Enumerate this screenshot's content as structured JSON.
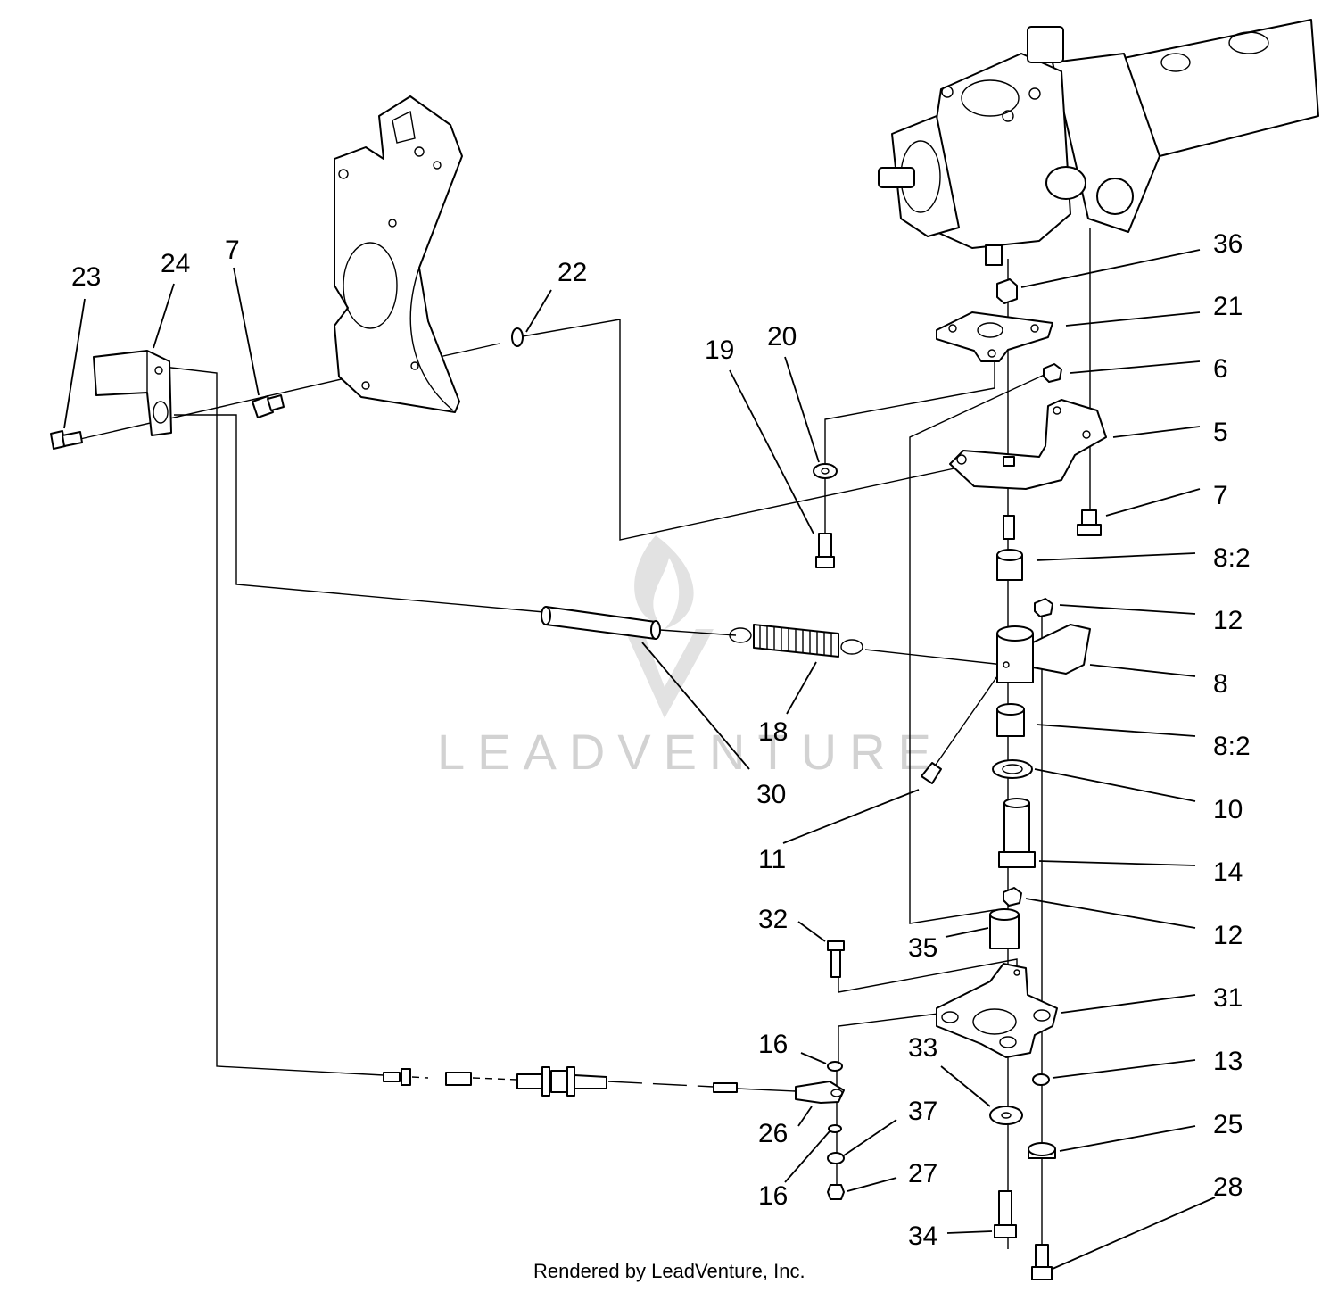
{
  "labels": {
    "l23": "23",
    "l24": "24",
    "l7a": "7",
    "l22": "22",
    "l19": "19",
    "l20": "20",
    "l36": "36",
    "l21": "21",
    "l6": "6",
    "l5": "5",
    "l7b": "7",
    "l8_2a": "8:2",
    "l12a": "12",
    "l8": "8",
    "l8_2b": "8:2",
    "l10": "10",
    "l14": "14",
    "l12b": "12",
    "l11": "11",
    "l30": "30",
    "l18": "18",
    "l32": "32",
    "l35": "35",
    "l31": "31",
    "l16a": "16",
    "l33": "33",
    "l13": "13",
    "l26": "26",
    "l37": "37",
    "l25": "25",
    "l16b": "16",
    "l27": "27",
    "l28": "28",
    "l34": "34"
  },
  "watermark": "LEADVENTURE",
  "footer": "Rendered by LeadVenture, Inc.",
  "colors": {
    "line": "#000000",
    "watermark": "#d2d2d2",
    "background": "#ffffff"
  }
}
